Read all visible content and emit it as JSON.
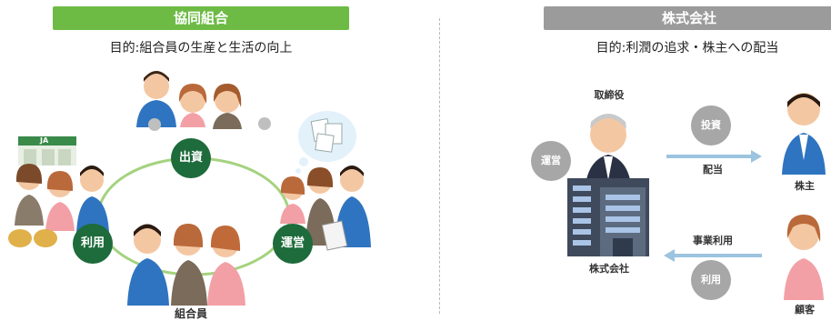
{
  "left": {
    "header": "協同組合",
    "purpose": "目的:組合員の生産と生活の向上",
    "sign": "JA",
    "nodes": {
      "invest": "出資",
      "use": "利用",
      "operate": "運営"
    },
    "members_label": "組合員"
  },
  "right": {
    "header": "株式会社",
    "purpose": "目的:利潤の追求・株主への配当",
    "director_label": "取締役",
    "company_label": "株式会社",
    "shareholder_label": "株主",
    "customer_label": "顧客",
    "nodes": {
      "operate": "運営",
      "invest": "投資",
      "use": "利用"
    },
    "arrows": {
      "dividend": "配当",
      "business_use": "事業利用"
    }
  },
  "colors": {
    "green_header": "#6dbb45",
    "green_node": "#1e6b3b",
    "grey_header": "#9b9b9b",
    "grey_node": "#a7a7a7",
    "arrow": "#9cc4df"
  }
}
